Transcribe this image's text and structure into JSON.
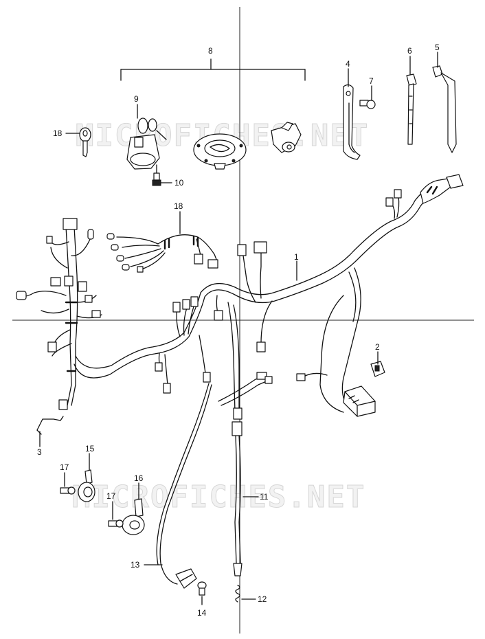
{
  "watermarks": {
    "top": "MICROFICHES.NET",
    "bottom": "MICROFICHES.NET"
  },
  "callouts": {
    "c1": "1",
    "c2": "2",
    "c3": "3",
    "c4": "4",
    "c5": "5",
    "c6": "6",
    "c7": "7",
    "c8": "8",
    "c9": "9",
    "c10": "10",
    "c11": "11",
    "c12": "12",
    "c13": "13",
    "c14": "14",
    "c15": "15",
    "c16": "16",
    "c17a": "17",
    "c17b": "17",
    "c18a": "18",
    "c18b": "18"
  }
}
